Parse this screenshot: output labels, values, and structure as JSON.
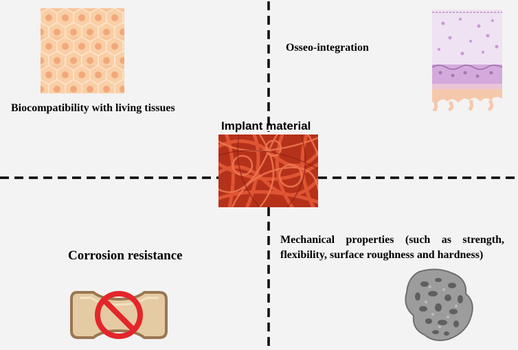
{
  "center": {
    "title": "Implant material"
  },
  "quadrants": {
    "top_left": {
      "label": "Biocompatibility with living tissues"
    },
    "top_right": {
      "label": "Osseo-integration"
    },
    "bottom_left": {
      "label": "Corrosion resistance"
    },
    "bottom_right": {
      "label": "Mechanical properties (such as strength, flexibility, surface roughness and hardness)"
    }
  },
  "colors": {
    "cells": "#f6c59a",
    "fibers": "#c93a1e",
    "prohibit": "#e3262a",
    "bone": "#e6cda5",
    "porous": "#9a9a9a",
    "tissue_top": "#ead8ef",
    "tissue_mid": "#cfa8d9",
    "tissue_bottom": "#f5c4a7"
  },
  "icons": [
    "hexagonal-cells-icon",
    "tissue-layers-icon",
    "fiber-mesh-icon",
    "bone-prohibited-icon",
    "porous-bone-icon"
  ]
}
